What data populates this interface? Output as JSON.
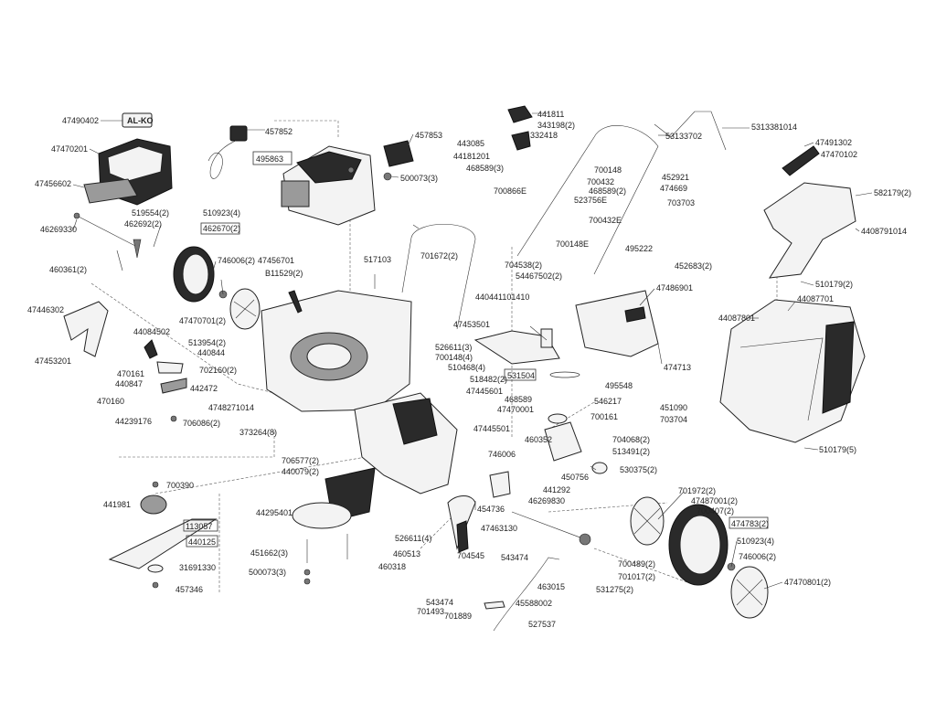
{
  "parts": {
    "p47490402": "47490402",
    "p47470201": "47470201",
    "p47456602": "47456602",
    "p46269330": "46269330",
    "p519554": "519554(2)",
    "p462692": "462692(2)",
    "p510923_4a": "510923(4)",
    "p462670": "462670(2)",
    "p460361": "460361(2)",
    "p746006a": "746006(2)",
    "p47456701": "47456701",
    "p811529": "B11529(2)",
    "p47470701": "47470701(2)",
    "p47446302": "47446302",
    "p44084502": "44084502",
    "p513954": "513954(2)",
    "p440844": "440844",
    "p47453201": "47453201",
    "p470161": "470161",
    "p440847": "440847",
    "p702160": "702160(2)",
    "p442472": "442472",
    "p470160": "470160",
    "p44239176": "44239176",
    "p706086": "706086(2)",
    "p4748271014": "4748271014",
    "p373264": "373264(8)",
    "p457852": "457852",
    "p495863": "495863",
    "p457853": "457853",
    "p500073_3a": "500073(3)",
    "p517103": "517103",
    "p441811": "441811",
    "p343198": "343198(2)",
    "p332418": "332418",
    "p443085": "443085",
    "p44181201": "44181201",
    "p468589_3": "468589(3)",
    "p700866e": "700866E",
    "p700148a": "700148",
    "p700432": "700432",
    "p468589_2": "468589(2)",
    "p523756e": "523756E",
    "p700432e": "700432E",
    "p700148e": "700148E",
    "p452921": "452921",
    "p474669": "474669",
    "p703703": "703703",
    "p495222": "495222",
    "p53133702": "53133702",
    "p5313381014": "5313381014",
    "p701672": "701672(2)",
    "p704538": "704538(2)",
    "p54467502": "54467502(2)",
    "p440441101410": "440441101410",
    "p47453501": "47453501",
    "p526611_3": "526611(3)",
    "p700148_4": "700148(4)",
    "p510468": "510468(4)",
    "p518482": "518482(2)",
    "p47445601": "47445601",
    "p468589": "468589",
    "p47470001": "47470001",
    "p47445501": "47445501",
    "p47486901": "47486901",
    "p531504": "531504",
    "p474713": "474713",
    "p495548": "495548",
    "p546217": "546217",
    "p700161": "700161",
    "p451090": "451090",
    "p703704": "703704",
    "p460352": "460352",
    "p704068": "704068(2)",
    "p513491": "513491(2)",
    "p746006b": "746006",
    "p530375": "530375(2)",
    "p450756": "450756",
    "p441292": "441292",
    "p46269830": "46269830",
    "p706577": "706577(2)",
    "p440079": "440079(2)",
    "p700390": "700390",
    "p441981": "441981",
    "p44295401": "44295401",
    "p113057": "113057",
    "p440125": "440125",
    "p451662": "451662(3)",
    "p500073_3b": "500073(3)",
    "p31691330": "31691330",
    "p457346": "457346",
    "p526611_4": "526611(4)",
    "p460513": "460513",
    "p460318": "460318",
    "p454736": "454736",
    "p47463130": "47463130",
    "p704545": "704545",
    "p543474a": "543474",
    "p463015": "463015",
    "p543474b": "543474",
    "p701493": "701493",
    "p701889": "701889",
    "p45588002": "45588002",
    "p527537": "527537",
    "p531275": "531275(2)",
    "p701972": "701972(2)",
    "p47487001": "47487001(2)",
    "p700407": "700407(2)",
    "p474783": "474783(2)",
    "p510923_4b": "510923(4)",
    "p746006c": "746006(2)",
    "p700489": "700489(2)",
    "p701017": "701017(2)",
    "p47470801": "47470801(2)",
    "p47491302": "47491302",
    "p47470102": "47470102",
    "p582179": "582179(2)",
    "p4408791014": "4408791014",
    "p452683": "452683(2)",
    "p510179_2": "510179(2)",
    "p44087701": "44087701",
    "p44087801": "44087801",
    "p510179_5": "510179(5)"
  },
  "brand_badge": "AL-KO",
  "colors": {
    "line": "#222222",
    "dark_part": "#2a2a2a",
    "background": "#ffffff"
  }
}
